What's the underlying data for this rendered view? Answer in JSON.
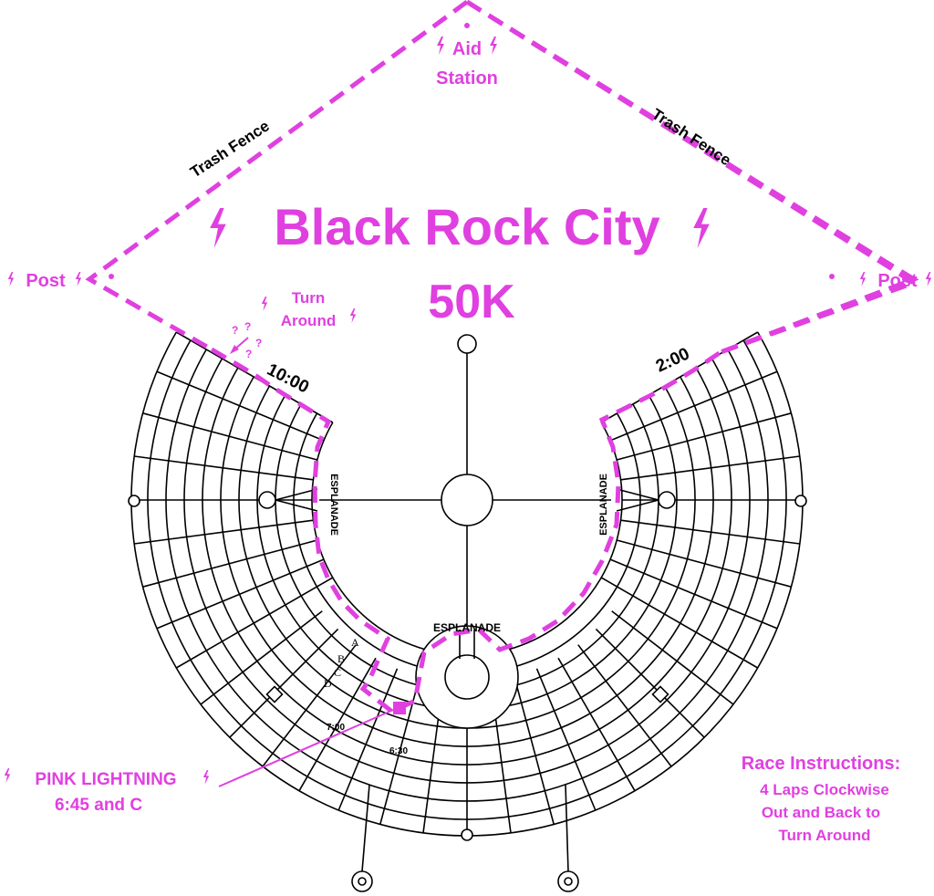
{
  "title": "Black Rock City",
  "subtitle": "50K",
  "aid_station": [
    "Aid",
    "Station"
  ],
  "trash_fence_left": "Trash Fence",
  "trash_fence_right": "Trash Fence",
  "post_left": "Post",
  "post_right": "Post",
  "turn_around": [
    "Turn",
    "Around"
  ],
  "question_marks": "?",
  "time_10": "10:00",
  "time_2": "2:00",
  "esplanade_left": "ESPLANADE",
  "esplanade_right": "ESPLANADE",
  "esplanade_center": "ESPLANADE",
  "streets": [
    "A",
    "B",
    "C",
    "D"
  ],
  "time_7": "7:00",
  "time_630": "6:30",
  "pink_lightning": [
    "PINK LIGHTNING",
    "6:45 and C"
  ],
  "race_instructions": {
    "heading": "Race Instructions:",
    "lines": [
      "4 Laps Clockwise",
      "Out and Back to",
      "Turn Around"
    ]
  },
  "colors": {
    "accent": "#e040e0",
    "ink": "#000000",
    "background": "#ffffff"
  },
  "icons": [
    "lightning-bolt-icon",
    "plaza-circle-icon",
    "center-camp-icon",
    "temple-icon"
  ]
}
